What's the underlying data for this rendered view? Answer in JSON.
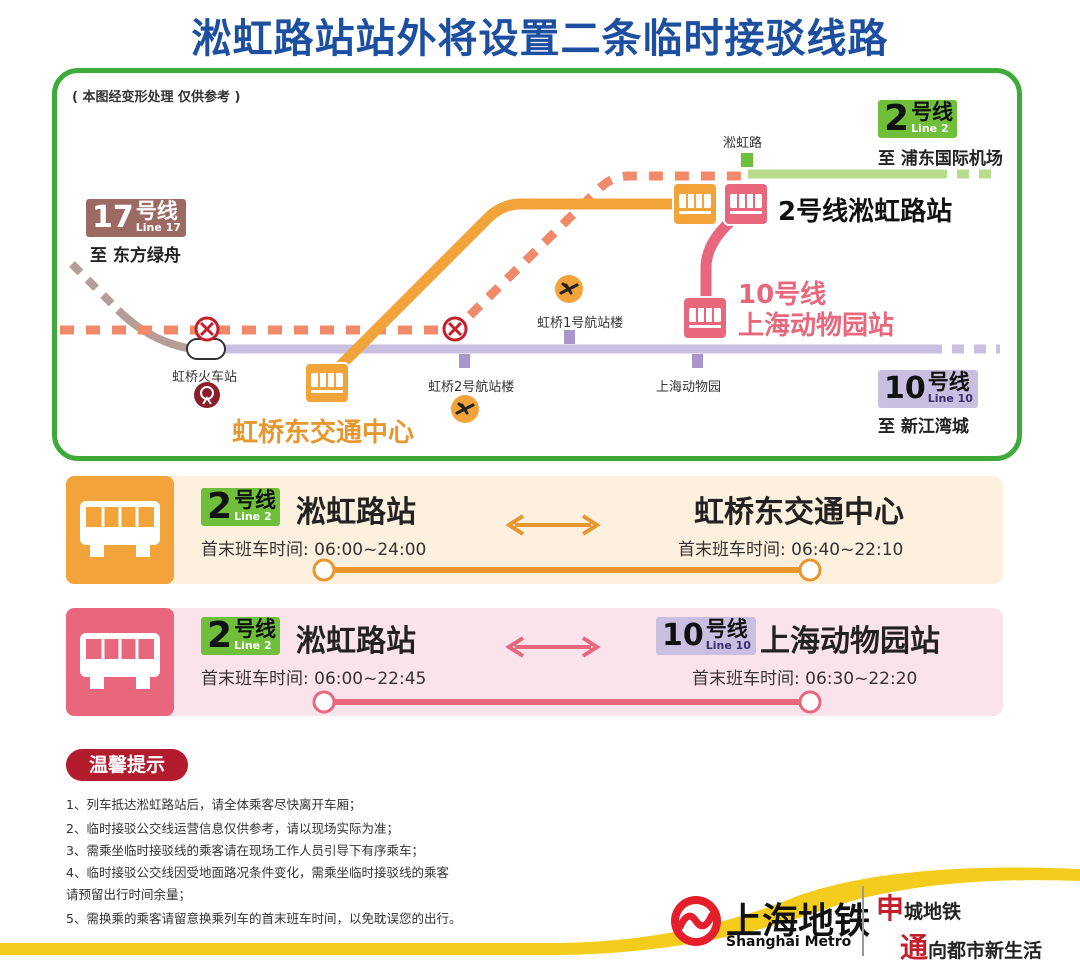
{
  "title": "淞虹路站站外将设置二条临时接驳线路",
  "map": {
    "note": "( 本图经变形处理 仅供参考 )",
    "line2_badge": {
      "num": "2",
      "cn": "号线",
      "en": "Line 2"
    },
    "line2_dest": "至 浦东国际机场",
    "line17_badge": {
      "num": "17",
      "cn": "号线",
      "en": "Line 17"
    },
    "line17_dest": "至 东方绿舟",
    "line10_badge": {
      "num": "10",
      "cn": "号线",
      "en": "Line 10"
    },
    "line10_dest": "至 新江湾城",
    "station_songhong": "淞虹路",
    "station_line2_big": "2号线淞虹路站",
    "station_line10_big_1": "10号线",
    "station_line10_big_2": "上海动物园站",
    "station_hongqiao_rail": "虹桥火车站",
    "station_hongqiao_t2": "虹桥2号航站楼",
    "station_hongqiao_t1": "虹桥1号航站楼",
    "station_zoo": "上海动物园",
    "station_hongqiao_east": "虹桥东交通中心",
    "colors": {
      "green": "#3daa3a",
      "line2_light": "#b8dc8c",
      "orange": "#f2a33a",
      "pink": "#e8677c",
      "salmon": "#f08a6a",
      "purple": "#c9bfe0",
      "grey": "#b59e99"
    }
  },
  "routes": [
    {
      "from_badge": {
        "num": "2",
        "cn": "号线",
        "en": "Line 2"
      },
      "from_station": "淞虹路站",
      "from_time": "首末班车时间: 06:00~24:00",
      "to_station": "虹桥东交通中心",
      "to_time": "首末班车时间: 06:40~22:10",
      "color": "#e8962e",
      "bg": "#fdf0de"
    },
    {
      "from_badge": {
        "num": "2",
        "cn": "号线",
        "en": "Line 2"
      },
      "from_station": "淞虹路站",
      "from_time": "首末班车时间: 06:00~22:45",
      "to_badge": {
        "num": "10",
        "cn": "号线",
        "en": "Line 10"
      },
      "to_station": "上海动物园站",
      "to_time": "首末班车时间: 06:30~22:20",
      "color": "#e8677c",
      "bg": "#fbe3ec"
    }
  ],
  "tips": {
    "title": "温馨提示",
    "items": [
      "1、列车抵达淞虹路站后，请全体乘客尽快离开车厢；",
      "2、临时接驳公交线运营信息仅供参考，请以现场实际为准；",
      "3、需乘坐临时接驳线的乘客请在现场工作人员引导下有序乘车；",
      "4、临时接驳公交线因受地面路况条件变化，需乘坐临时接驳线的乘客",
      "请预留出行时间余量；",
      "5、需换乘的乘客请留意换乘列车的首末班车时间，以免耽误您的出行。"
    ]
  },
  "footer": {
    "logo_cn": "上海地铁",
    "logo_en": "Shanghai Metro",
    "slogan_1a": "申",
    "slogan_1b": "城地铁",
    "slogan_2a": "通",
    "slogan_2b": "向都市新生活"
  }
}
